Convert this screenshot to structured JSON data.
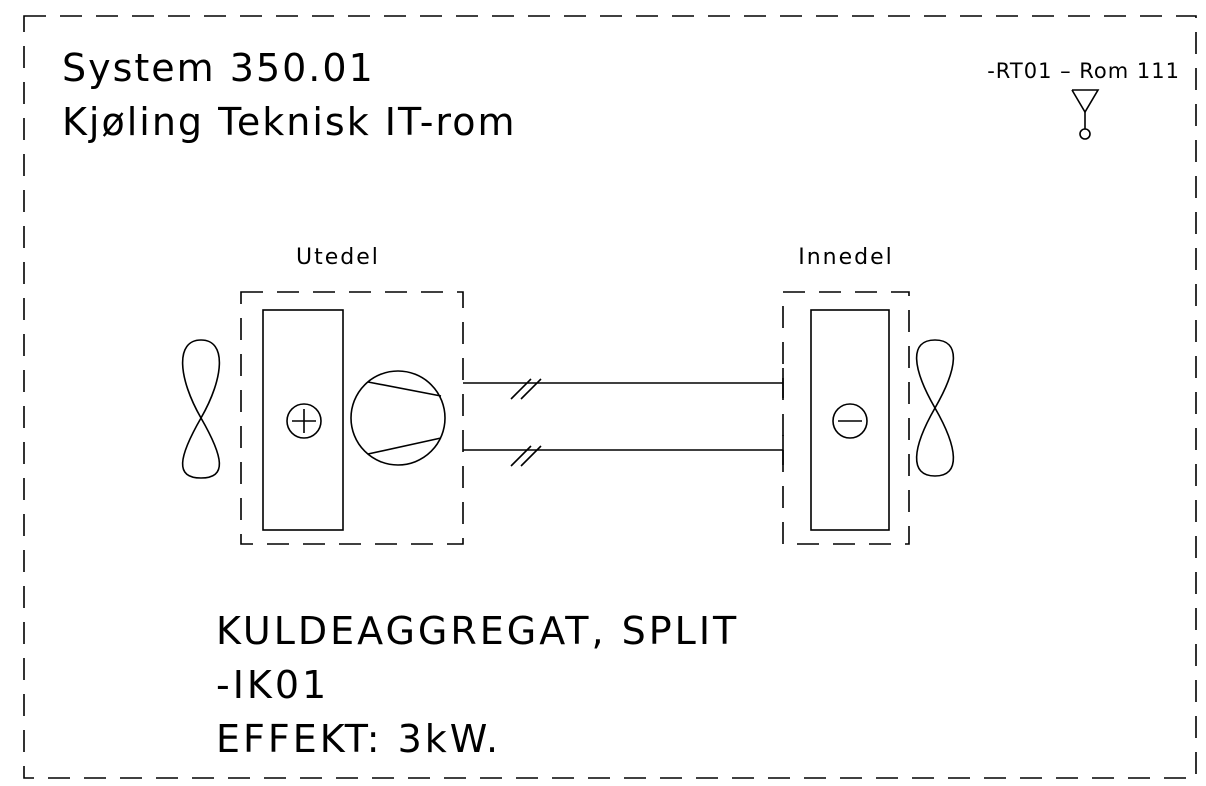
{
  "header": {
    "line1": "System 350.01",
    "line2": "Kjøling Teknisk IT-rom",
    "sensor_tag": "-RT01 – Rom 111"
  },
  "outdoor_unit": {
    "label": "Utedel"
  },
  "indoor_unit": {
    "label": "Innedel"
  },
  "footer": {
    "line1": "KULDEAGGREGAT, SPLIT",
    "line2": "-IK01",
    "line3": "EFFEKT: 3kW."
  },
  "icons": {
    "sensor": "temperature-sensor-icon",
    "outdoor_fan": "fan-icon",
    "indoor_fan": "fan-icon",
    "compressor": "compressor-icon",
    "condenser_symbol": "plus-circle-icon",
    "evaporator_symbol": "minus-circle-icon"
  }
}
